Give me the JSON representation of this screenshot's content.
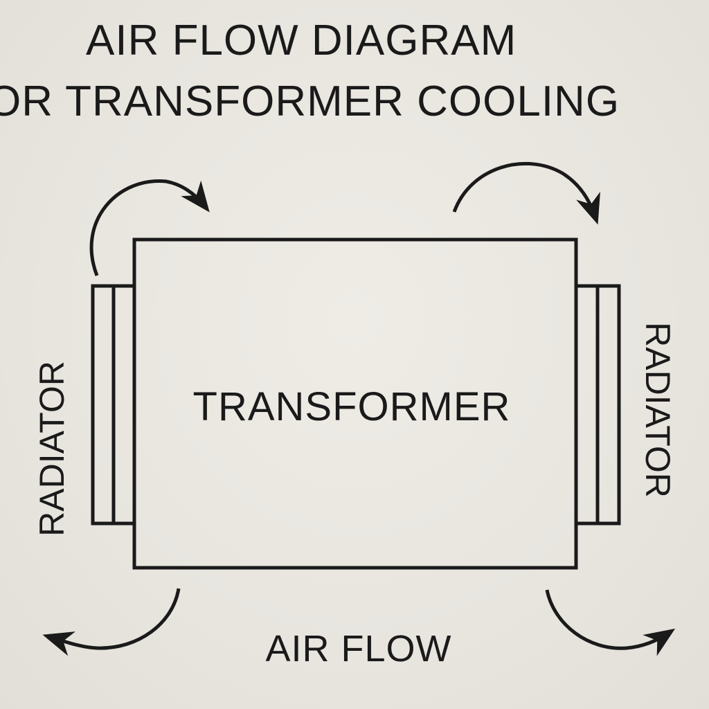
{
  "title": {
    "line1": "AIR FLOW DIAGRAM",
    "line2": "OR TRANSFORMER COOLING"
  },
  "labels": {
    "transformer": "TRANSFORMER",
    "radiator_left": "RADIATOR",
    "radiator_right": "RADIATOR",
    "air_flow": "AIR FLOW"
  },
  "colors": {
    "ink": "#1a1a1a",
    "paper": "#e9e6e0"
  }
}
